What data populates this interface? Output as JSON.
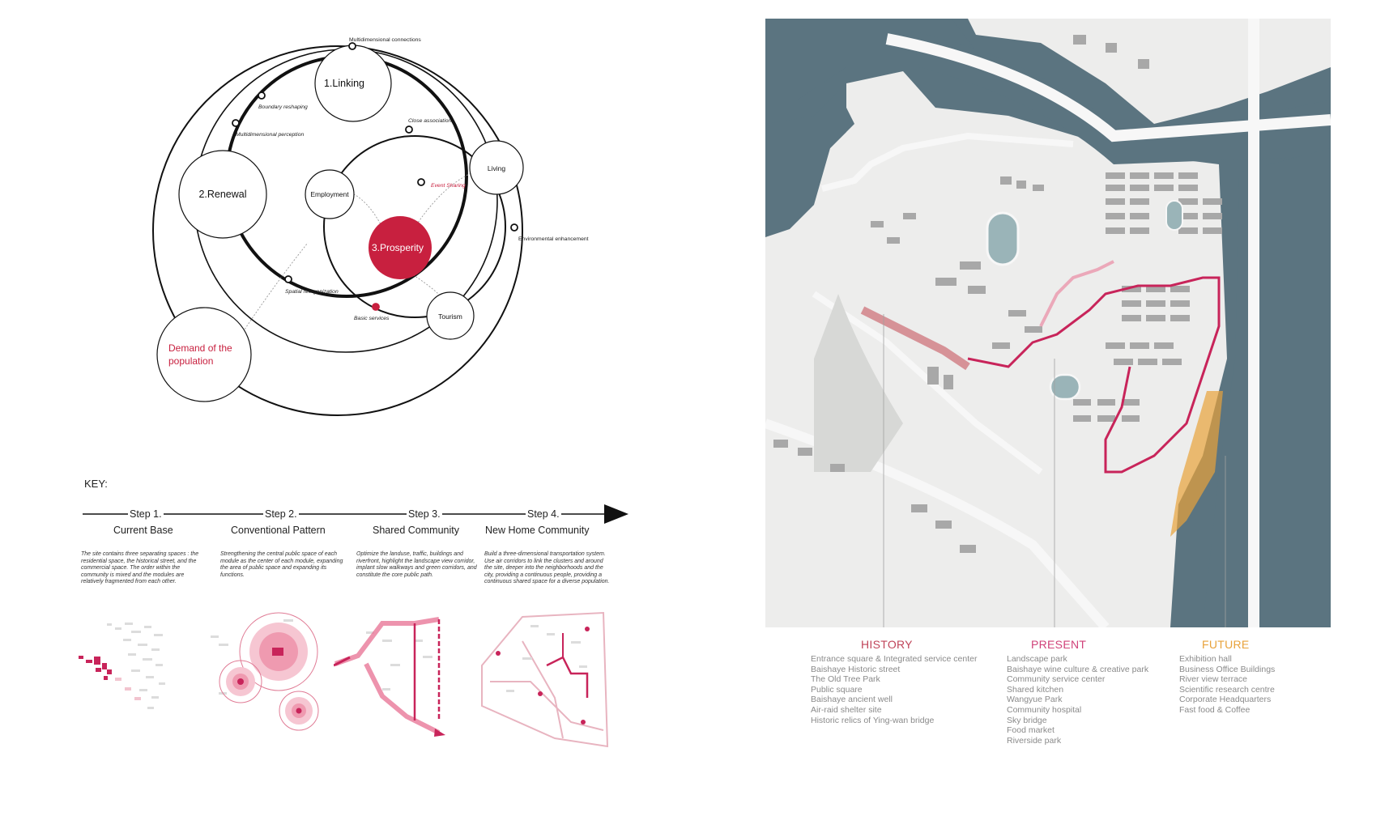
{
  "diagram": {
    "nodes": {
      "linking": "1.Linking",
      "renewal": "2.Renewal",
      "prosperity": "3.Prosperity",
      "employment": "Employment",
      "living": "Living",
      "tourism": "Tourism",
      "demand": [
        "Demand of the",
        "population"
      ]
    },
    "annotations": {
      "multidimensional_connections": "Multidimensional connections",
      "boundary_reshaping": "Boundary reshaping",
      "multidimensional_perception": "Multidimensional perception",
      "close_association": "Close association",
      "event_sharing": "Event Sharing",
      "environmental_enhancement": "Environmental enhancement",
      "spatial_reorganization": "Spatial reorganization",
      "basic_services": "Basic services"
    },
    "colors": {
      "accent": "#c8203f",
      "stroke": "#111111"
    }
  },
  "key": {
    "label": "KEY:",
    "steps": [
      {
        "title": "Step 1.",
        "subtitle": "Current Base",
        "desc": "The site contains three separating spaces : the residential space, the historical street, and the commercial space. The order within the community is mixed and the modules are relatively fragmented from each other."
      },
      {
        "title": "Step 2.",
        "subtitle": "Conventional Pattern",
        "desc": "Strengthening the central public space of each module as the center of each module, expanding the area of public space and expanding its functions."
      },
      {
        "title": "Step 3.",
        "subtitle": "Shared Community",
        "desc": "Optimize the landuse, traffic, buildings and riverfront, highlight the landscape view corridor, implant slow walkways and green corridors, and constitute the core public path."
      },
      {
        "title": "Step 4.",
        "subtitle": "New Home Community",
        "desc": "Build a three-dimensional transportation system. Use air corridors to link the clusters and around the site, deeper into the neighborhoods and the city, providing a continuous people, providing a continuous shared space for a diverse population."
      }
    ]
  },
  "map_legend": {
    "history": {
      "title": "HISTORY",
      "color": "#c0455a",
      "items": [
        "Entrance square & Integrated service center",
        "Baishaye Historic street",
        "The Old Tree Park",
        "Public square",
        "Baishaye ancient well",
        "Air-raid shelter site",
        "Historic relics of Ying-wan bridge"
      ]
    },
    "present": {
      "title": "PRESENT",
      "color": "#d0427a",
      "items": [
        "Landscape park",
        "Baishaye wine culture & creative park",
        "Community service center",
        "Shared kitchen",
        "Wangyue Park",
        "Community hospital",
        "Sky bridge",
        "Food market",
        "Riverside park"
      ]
    },
    "future": {
      "title": "FUTURE",
      "color": "#e8a23a",
      "items": [
        "Exhibition hall",
        "Business Office Buildings",
        "River view terrace",
        "Scientific research centre",
        "Corporate Headquarters",
        "Fast food & Coffee"
      ]
    },
    "map_colors": {
      "water": "#5b7480",
      "land": "#ededec",
      "building": "#a6a6a6",
      "road": "#f8f8f8",
      "route": "#c8245a"
    }
  }
}
